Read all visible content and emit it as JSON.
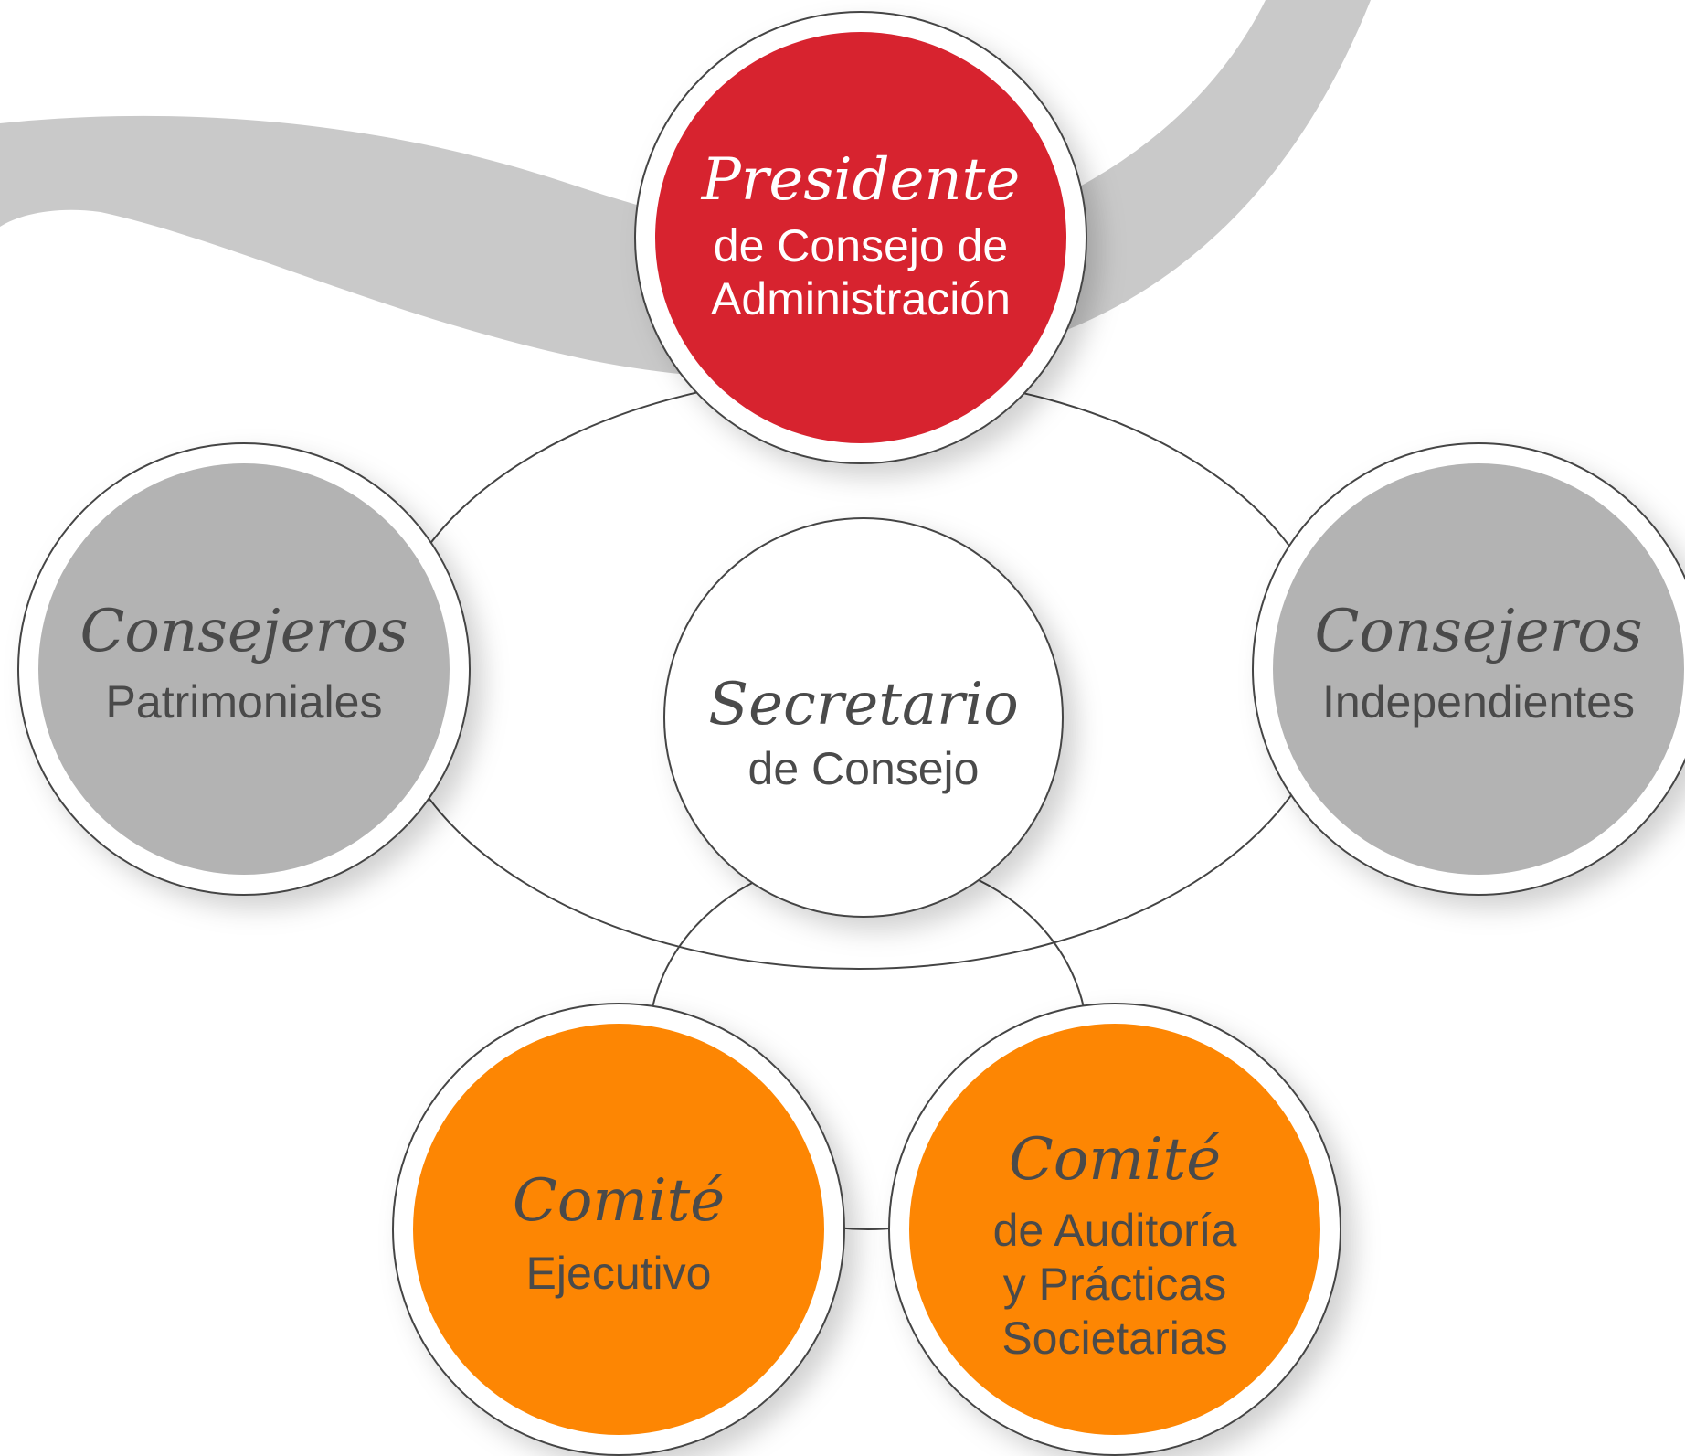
{
  "colors": {
    "background": "#ffffff",
    "ribbon": "#c9c9c9",
    "presidente": "#d7232f",
    "consejeros": "#b3b3b3",
    "comite": "#fd8603",
    "secretario": "#ffffff",
    "outline": "#444444",
    "text_dark": "#4a4a4a",
    "text_light": "#ffffff"
  },
  "nodes": {
    "presidente": {
      "script": "Presidente",
      "line1": "de Consejo de",
      "line2": "Administración"
    },
    "patrimoniales": {
      "script": "Consejeros",
      "line1": "Patrimoniales"
    },
    "independientes": {
      "script": "Consejeros",
      "line1": "Independientes"
    },
    "secretario": {
      "script": "Secretario",
      "line1": "de Consejo"
    },
    "ejecutivo": {
      "script": "Comité",
      "line1": "Ejecutivo"
    },
    "auditoria": {
      "script": "Comité",
      "line1": "de Auditoría",
      "line2": "y Prácticas",
      "line3": "Societarias"
    }
  }
}
